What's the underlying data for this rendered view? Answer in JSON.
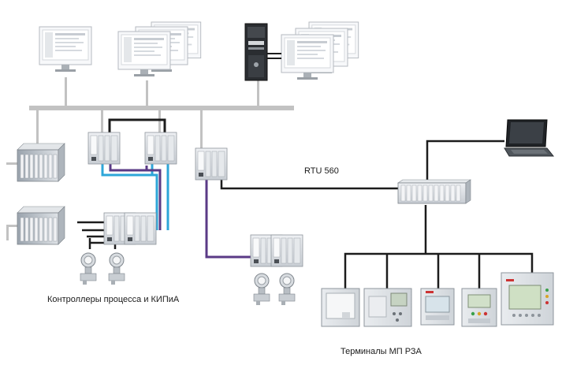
{
  "labels": {
    "rtu": "RTU 560",
    "controllers": "Контроллеры процесса и КИПиА",
    "terminals": "Терминалы МП РЗА"
  },
  "colors": {
    "bus": "#c2c2c2",
    "black_link": "#1c1c1c",
    "blue_link": "#2ea6d8",
    "purple_link": "#5a3a86",
    "device_gray": "#d9dde2",
    "screen": "#f4f6f8"
  },
  "icons": [
    "monitor-icon",
    "dual-monitor-icon",
    "tower-pc-icon",
    "laptop-icon",
    "plc-rack-icon",
    "io-module-icon",
    "rtu-chassis-icon",
    "pressure-transmitter-icon",
    "relay-terminal-icon"
  ]
}
